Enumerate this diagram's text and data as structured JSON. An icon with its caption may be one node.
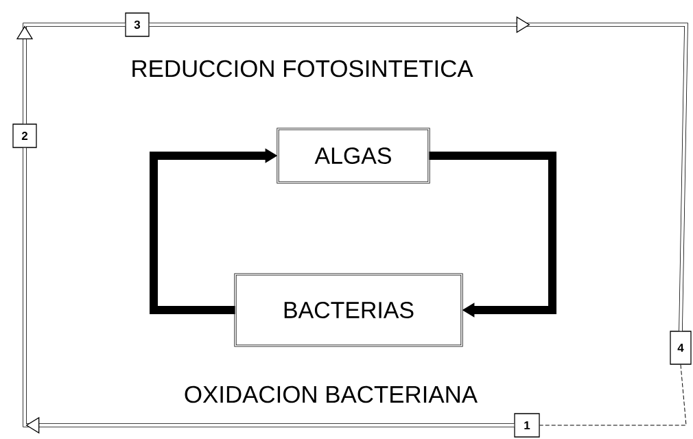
{
  "diagram": {
    "nodes": [
      {
        "text": [
          "1"
        ]
      },
      {
        "text": [
          "2"
        ]
      },
      {
        "text": [
          "3"
        ]
      },
      {
        "text": [
          "4"
        ]
      },
      {
        "text": [
          "ALGAS"
        ]
      },
      {
        "text": [
          "BACTERIAS"
        ]
      }
    ],
    "edges": [
      {
        "from": 0,
        "to": 1,
        "arrow": "to"
      },
      {
        "from": 1,
        "to": 2,
        "arrow": "to"
      },
      {
        "from": 2,
        "to": 3,
        "arrow": "to"
      },
      {
        "from": 3,
        "to": 0,
        "arrow": "none",
        "style": "dashed"
      },
      {
        "from": 5,
        "to": 4,
        "arrow": "to",
        "style": "thick"
      },
      {
        "from": 4,
        "to": 5,
        "arrow": "to",
        "style": "thick"
      }
    ],
    "labels": [
      "REDUCCION FOTOSINTETICA",
      "OXIDACION BACTERIANA"
    ]
  }
}
